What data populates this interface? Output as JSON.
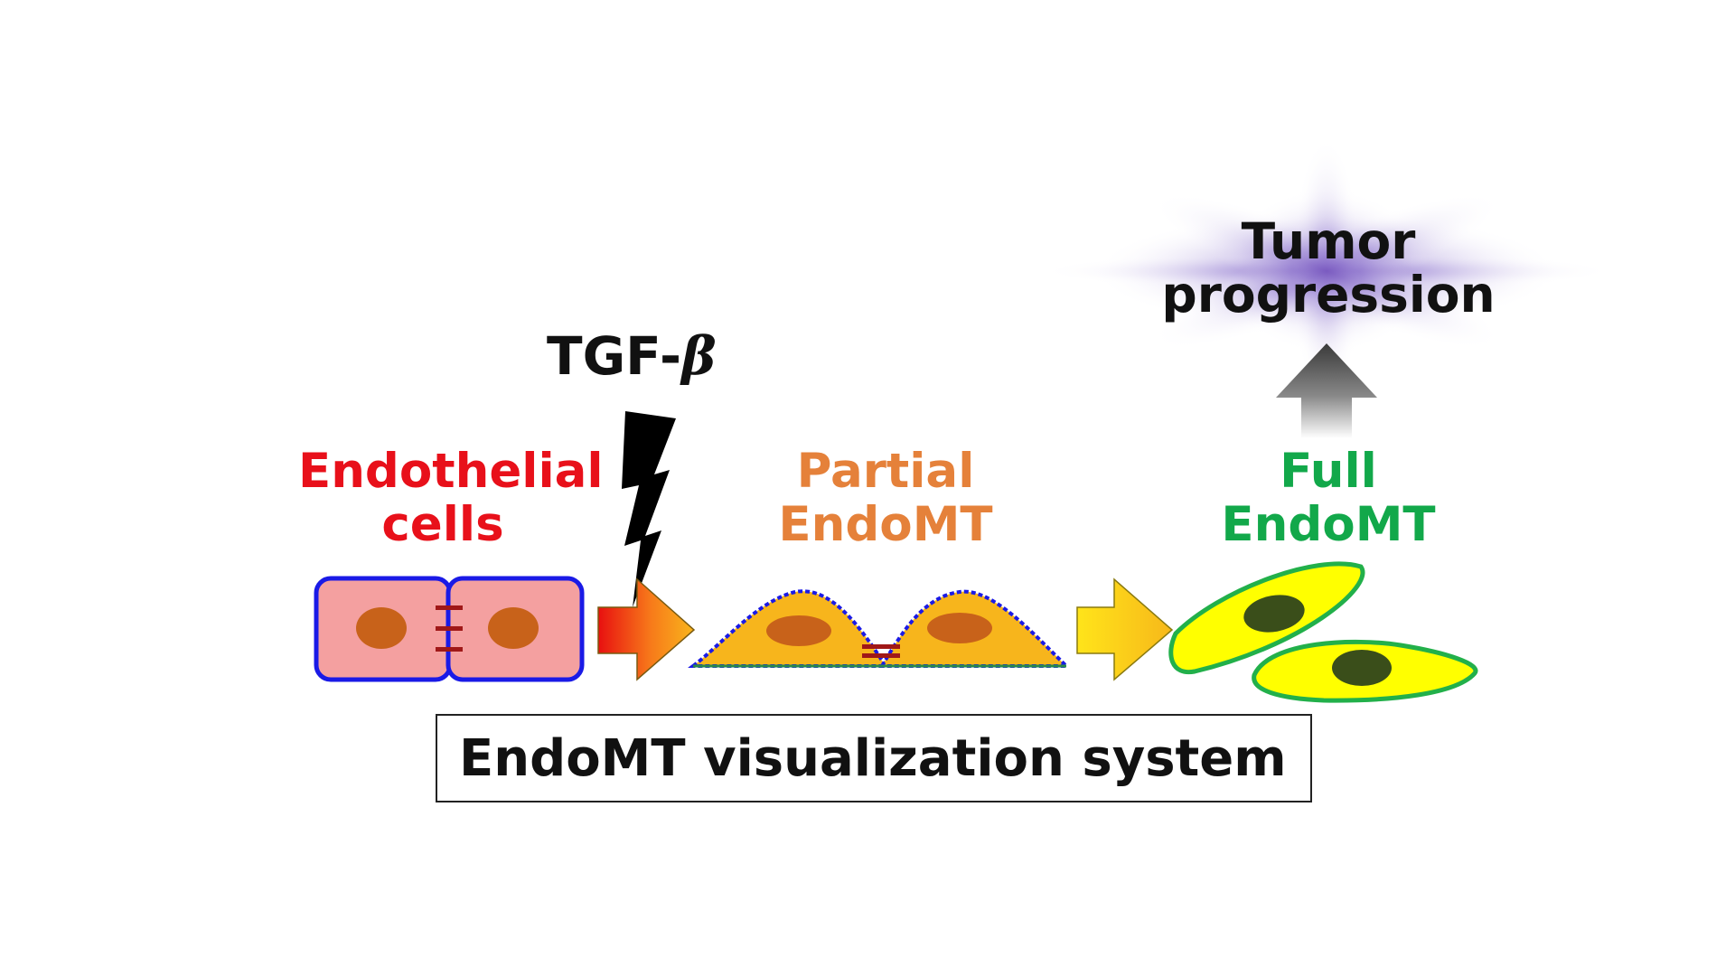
{
  "stages": {
    "endothelial": {
      "lines": [
        "Endothelial",
        "cells"
      ],
      "color": "#e8101a"
    },
    "partial": {
      "lines": [
        "Partial",
        "EndoMT"
      ],
      "color": "#e5813a"
    },
    "full": {
      "lines": [
        "Full",
        "EndoMT"
      ],
      "color": "#12a84a"
    }
  },
  "stimulus": {
    "prefix": "TGF-",
    "symbol": "β",
    "color": "#111111"
  },
  "outcome": {
    "lines": [
      "Tumor",
      "progression"
    ],
    "color": "#111111"
  },
  "system": {
    "label": "EndoMT visualization system"
  },
  "colors": {
    "endothelial_cell_fill": "#f4a0a0",
    "endothelial_cell_border": "#1a1ae6",
    "nucleus": "#c8621a",
    "junction": "#a01818",
    "partial_cell_fill": "#f7b51c",
    "partial_cell_border": "#1a1ae6",
    "full_cell_fill": "#ffff00",
    "full_cell_border": "#22b04a",
    "full_nucleus": "#3a4e1a",
    "glow": "#8a6ac8"
  }
}
